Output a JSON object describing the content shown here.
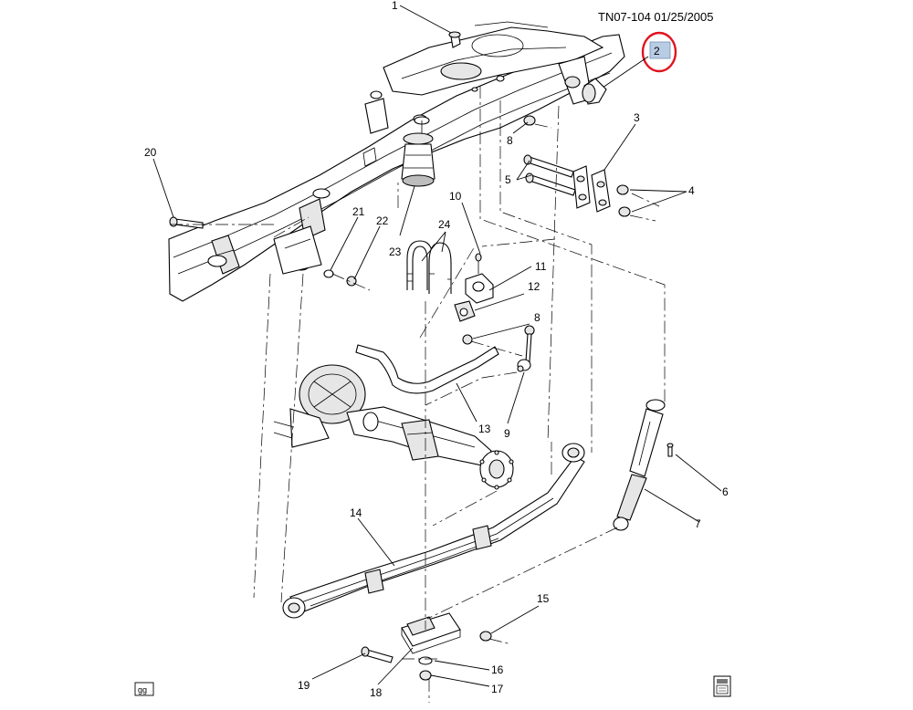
{
  "header": {
    "reference": "TN07-104  01/25/2005"
  },
  "highlight": {
    "label": "2",
    "box_color": "#b8cce4",
    "circle_color": "#e0141e"
  },
  "callouts": [
    {
      "id": "c1",
      "label": "1",
      "part": "frame-bolt"
    },
    {
      "id": "c3",
      "label": "3",
      "part": "rear-spring-shackle"
    },
    {
      "id": "c4",
      "label": "4",
      "part": "shackle-nut"
    },
    {
      "id": "c5",
      "label": "5",
      "part": "shackle-bolt"
    },
    {
      "id": "c6",
      "label": "6",
      "part": "shock-upper-bolt"
    },
    {
      "id": "c7",
      "label": "7",
      "part": "shock-absorber"
    },
    {
      "id": "c8a",
      "label": "8",
      "part": "nut"
    },
    {
      "id": "c8b",
      "label": "8",
      "part": "nut"
    },
    {
      "id": "c9",
      "label": "9",
      "part": "stabilizer-link"
    },
    {
      "id": "c10",
      "label": "10",
      "part": "clamp-bolt"
    },
    {
      "id": "c11",
      "label": "11",
      "part": "stabilizer-clamp"
    },
    {
      "id": "c12",
      "label": "12",
      "part": "stabilizer-bushing"
    },
    {
      "id": "c13",
      "label": "13",
      "part": "stabilizer-bar"
    },
    {
      "id": "c14",
      "label": "14",
      "part": "leaf-spring"
    },
    {
      "id": "c15",
      "label": "15",
      "part": "spring-nut"
    },
    {
      "id": "c16",
      "label": "16",
      "part": "washer"
    },
    {
      "id": "c17",
      "label": "17",
      "part": "u-bolt-nut"
    },
    {
      "id": "c18",
      "label": "18",
      "part": "spring-plate"
    },
    {
      "id": "c19",
      "label": "19",
      "part": "spring-front-bolt"
    },
    {
      "id": "c20",
      "label": "20",
      "part": "frame-bolt"
    },
    {
      "id": "c21",
      "label": "21",
      "part": "washer"
    },
    {
      "id": "c22",
      "label": "22",
      "part": "nut"
    },
    {
      "id": "c23",
      "label": "23",
      "part": "jounce-bumper"
    },
    {
      "id": "c24",
      "label": "24",
      "part": "u-bolt"
    }
  ],
  "badge": {
    "label": "gg"
  },
  "icon": "document-book-icon"
}
